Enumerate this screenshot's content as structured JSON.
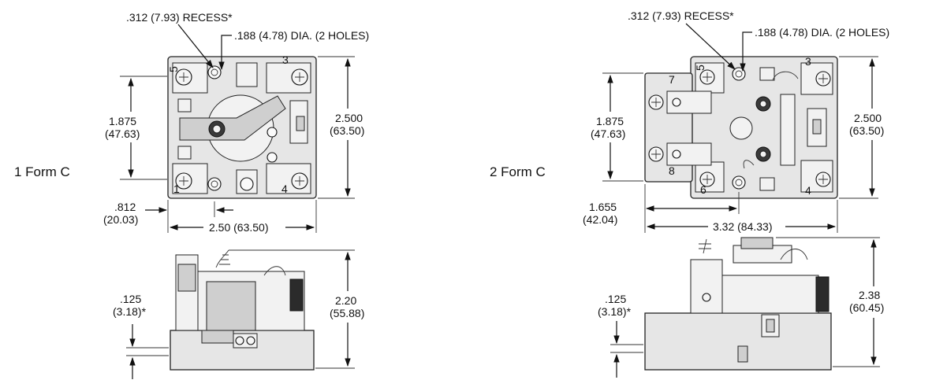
{
  "left": {
    "form_label": "1 Form C",
    "recess": ".312 (7.93) RECESS*",
    "holes": ".188 (4.78) DIA. (2 HOLES)",
    "dim_height_in": "1.875",
    "dim_height_mm": "(47.63)",
    "dim_total_in": "2.500",
    "dim_total_mm": "(63.50)",
    "dim_offset_in": ".812",
    "dim_offset_mm": "(20.03)",
    "dim_width": "2.50 (63.50)",
    "side_recess_in": ".125",
    "side_recess_mm": "(3.18)*",
    "side_height_in": "2.20",
    "side_height_mm": "(55.88)",
    "terminal_labels": [
      "5",
      "3",
      "4",
      "1"
    ]
  },
  "right": {
    "form_label": "2 Form C",
    "recess": ".312 (7.93) RECESS*",
    "holes": ".188 (4.78) DIA. (2 HOLES)",
    "dim_height_in": "1.875",
    "dim_height_mm": "(47.63)",
    "dim_total_in": "2.500",
    "dim_total_mm": "(63.50)",
    "dim_offset_in": "1.655",
    "dim_offset_mm": "(42.04)",
    "dim_width": "3.32 (84.33)",
    "side_recess_in": ".125",
    "side_recess_mm": "(3.18)*",
    "side_height_in": "2.38",
    "side_height_mm": "(60.45)",
    "terminal_labels": [
      "5",
      "3",
      "7",
      "8",
      "6",
      "4"
    ]
  }
}
